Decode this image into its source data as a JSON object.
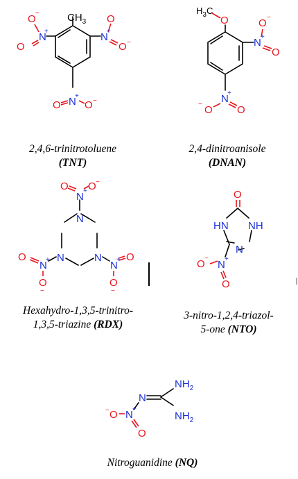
{
  "colors": {
    "bond": "#000000",
    "oxygen": "#e8141c",
    "nitrogen": "#1a2fd6",
    "text": "#000000"
  },
  "compounds": {
    "tnt": {
      "name": "2,4,6-trinitrotoluene",
      "abbr": "TNT",
      "methyl": "CH",
      "methyl_sub": "3"
    },
    "dnan": {
      "name": "2,4-dinitroanisole",
      "abbr": "DNAN",
      "methoxy_h": "H",
      "methoxy_sub": "3",
      "methoxy_c": "C"
    },
    "rdx": {
      "name_line1": "Hexahydro-1,3,5-trinitro-",
      "name_line2": "1,3,5-triazine",
      "abbr": "RDX"
    },
    "nto": {
      "name_line1": "3-nitro-1,2,4-triazol-",
      "name_line2": "5-one",
      "abbr": "NTO",
      "nh1": "HN",
      "nh2": "NH"
    },
    "nq": {
      "name": "Nitroguanidine",
      "abbr": "NQ",
      "amine": "NH",
      "amine_sub": "2"
    }
  },
  "atoms": {
    "oxygen": "O",
    "nitrogen": "N",
    "plus": "+",
    "minus": "−"
  },
  "punct": {
    "open": "(",
    "close": ")"
  }
}
